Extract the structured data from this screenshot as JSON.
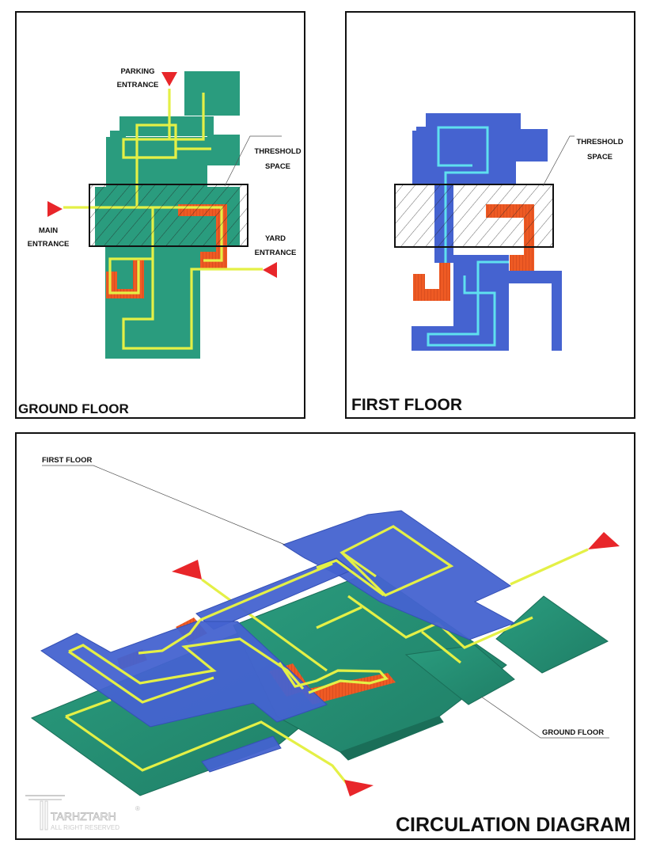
{
  "panels": {
    "ground_floor": {
      "title": "GROUND FLOOR",
      "labels": {
        "parking_1": "PARKING",
        "parking_2": "ENTRANCE",
        "threshold_1": "THRESHOLD",
        "threshold_2": "SPACE",
        "main_1": "MAIN",
        "main_2": "ENTRANCE",
        "yard_1": "YARD",
        "yard_2": "ENTRANCE"
      }
    },
    "first_floor": {
      "title": "FIRST FLOOR",
      "labels": {
        "threshold_1": "THRESHOLD",
        "threshold_2": "SPACE"
      }
    },
    "circulation": {
      "title": "CIRCULATION DIAGRAM",
      "labels": {
        "first_floor": "FIRST FLOOR",
        "ground_floor": "GROUND FLOOR"
      }
    }
  },
  "logo": {
    "name": "TARHZTARH",
    "tagline": "ALL RIGHT RESERVED",
    "mark": "®"
  },
  "colors": {
    "ground_floor": "#2a9c7e",
    "first_floor": "#4563d0",
    "stairs": "#ee5a24",
    "path_ground": "#e4f046",
    "path_first": "#5fe0ef",
    "entrance_marker": "#e8262a"
  }
}
